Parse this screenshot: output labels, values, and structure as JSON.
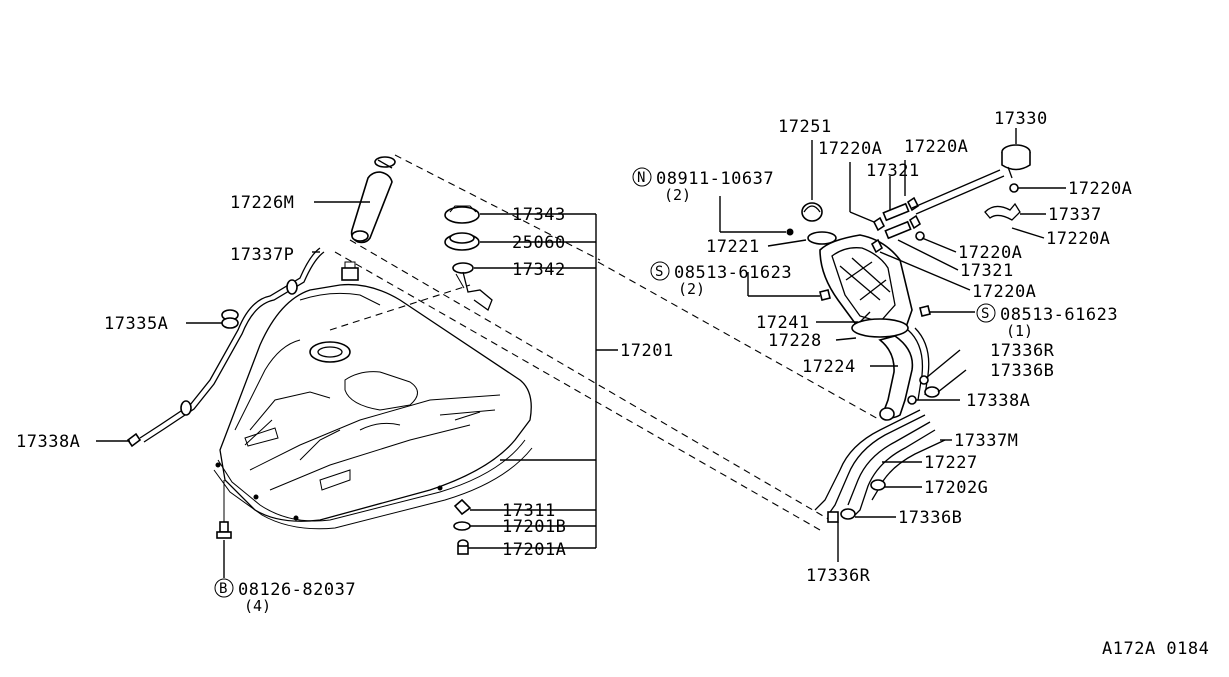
{
  "labels": {
    "p17226M": "17226M",
    "p17337P": "17337P",
    "p17335A": "17335A",
    "p17338A_left": "17338A",
    "p17343": "17343",
    "p25060": "25060",
    "p17342": "17342",
    "p17201": "17201",
    "p17311": "17311",
    "p17201B": "17201B",
    "p17201A": "17201A",
    "p17251": "17251",
    "p17221": "17221",
    "p17220A_a": "17220A",
    "p17220A_b": "17220A",
    "p17220A_c": "17220A",
    "p17220A_d": "17220A",
    "p17220A_e": "17220A",
    "p17220A_f": "17220A",
    "p17321_a": "17321",
    "p17321_b": "17321",
    "p17330": "17330",
    "p17337": "17337",
    "p17241": "17241",
    "p17228": "17228",
    "p17224": "17224",
    "p17336R_a": "17336R",
    "p17336B_a": "17336B",
    "p17338A_right": "17338A",
    "p17337M": "17337M",
    "p17227": "17227",
    "p17202G": "17202G",
    "p17336B_b": "17336B",
    "p17336R_b": "17336R"
  },
  "fasteners": {
    "n_bolt": {
      "prefix": "N",
      "code": "08911-10637",
      "qty": "(2)"
    },
    "s_screw_left": {
      "prefix": "S",
      "code": "08513-61623",
      "qty": "(2)"
    },
    "s_screw_right": {
      "prefix": "S",
      "code": "08513-61623",
      "qty": "(1)"
    },
    "b_bolt": {
      "prefix": "B",
      "code": "08126-82037",
      "qty": "(4)"
    }
  },
  "figure_code": "A172A 0184"
}
